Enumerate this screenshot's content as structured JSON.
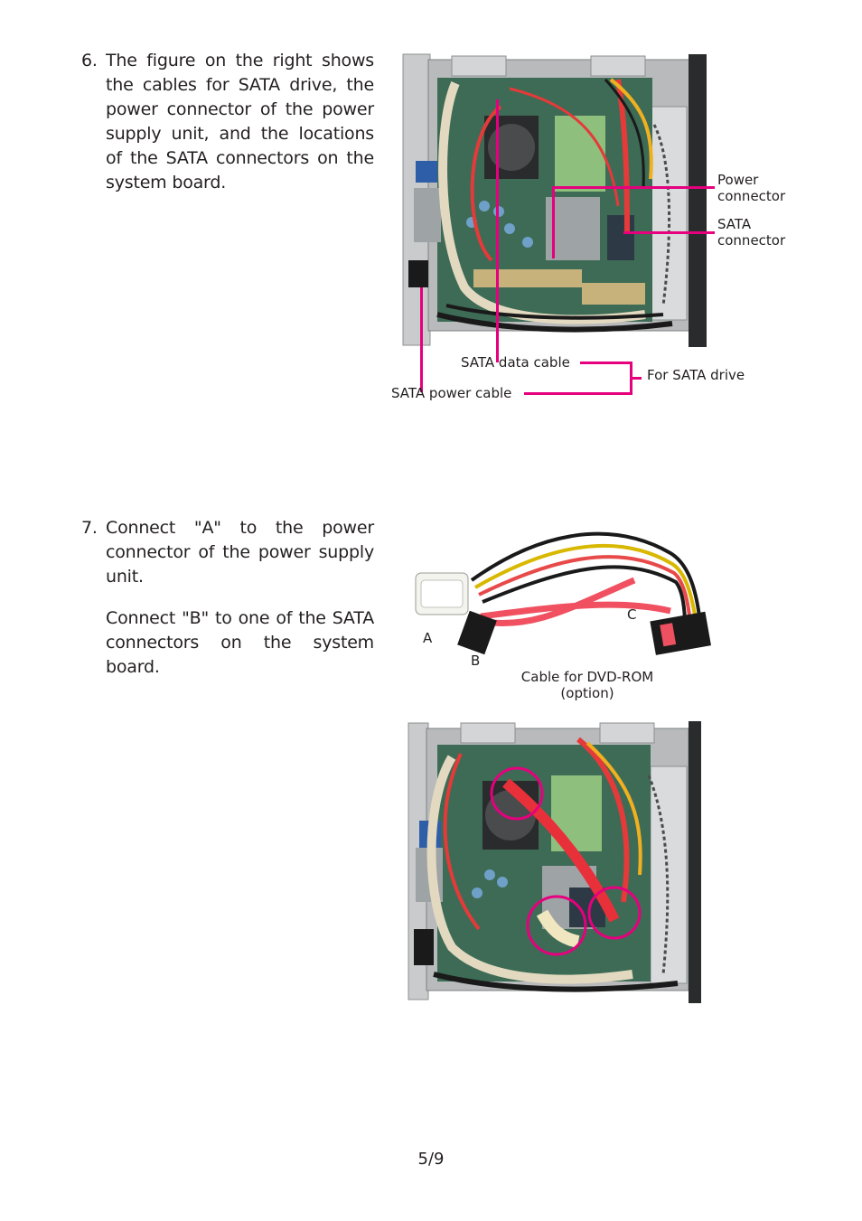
{
  "step6": {
    "number": "6.",
    "text": "The figure on the right shows the cables for SATA drive, the power connector of the power supply unit, and the locations of the SATA connectors on the system board."
  },
  "figure1": {
    "labels": {
      "power_connector_line1": "Power",
      "power_connector_line2": "connector",
      "sata_connector_line1": "SATA",
      "sata_connector_line2": "connector",
      "sata_data_cable": "SATA  data  cable",
      "sata_power_cable": "SATA  power  cable",
      "for_sata_drive": "For  SATA  drive"
    }
  },
  "step7": {
    "number": "7.",
    "text_a": "Connect \"A\" to the power connector of the power supply unit.",
    "text_b": "Connect \"B\" to one of the SATA connectors on the system board."
  },
  "figure2": {
    "label_a": "A",
    "label_b": "B",
    "label_c": "C",
    "caption_line1": "Cable for DVD-ROM",
    "caption_line2": "(option)"
  },
  "page_number": "5/9",
  "colors": {
    "accent": "#e6007e",
    "text": "#231f20"
  }
}
